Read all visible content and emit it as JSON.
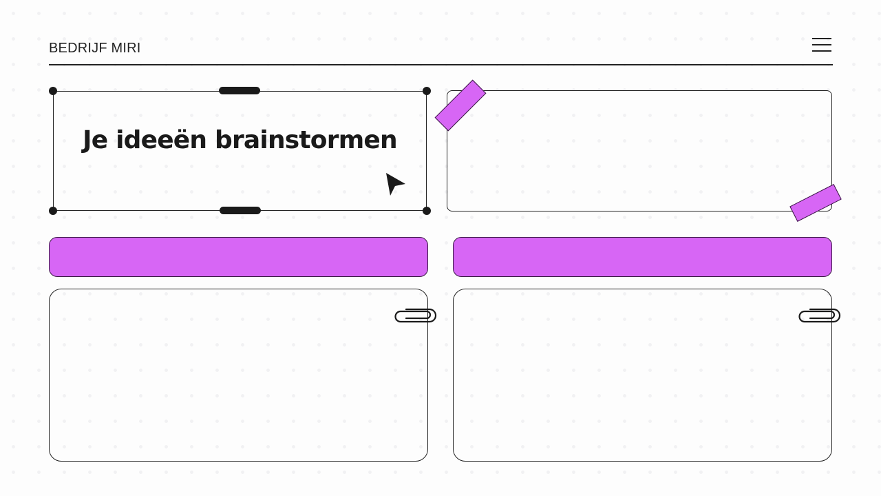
{
  "header": {
    "brand": "BEDRIJF MIRI",
    "menu_icon": "hamburger-menu-icon"
  },
  "main": {
    "title_box": {
      "text": "Je ideeën brainstormen",
      "selected": true
    },
    "colors": {
      "accent": "#d766f5",
      "accent_border": "#3a1a44",
      "ink": "#1a1a1a",
      "background": "#fdfdfd"
    },
    "cards": [
      {
        "id": "top-right-card",
        "decoration": "washi-tape"
      },
      {
        "id": "left-header-bar",
        "type": "bar"
      },
      {
        "id": "right-header-bar",
        "type": "bar"
      },
      {
        "id": "bottom-left-card",
        "decoration": "paperclip"
      },
      {
        "id": "bottom-right-card",
        "decoration": "paperclip"
      }
    ]
  }
}
